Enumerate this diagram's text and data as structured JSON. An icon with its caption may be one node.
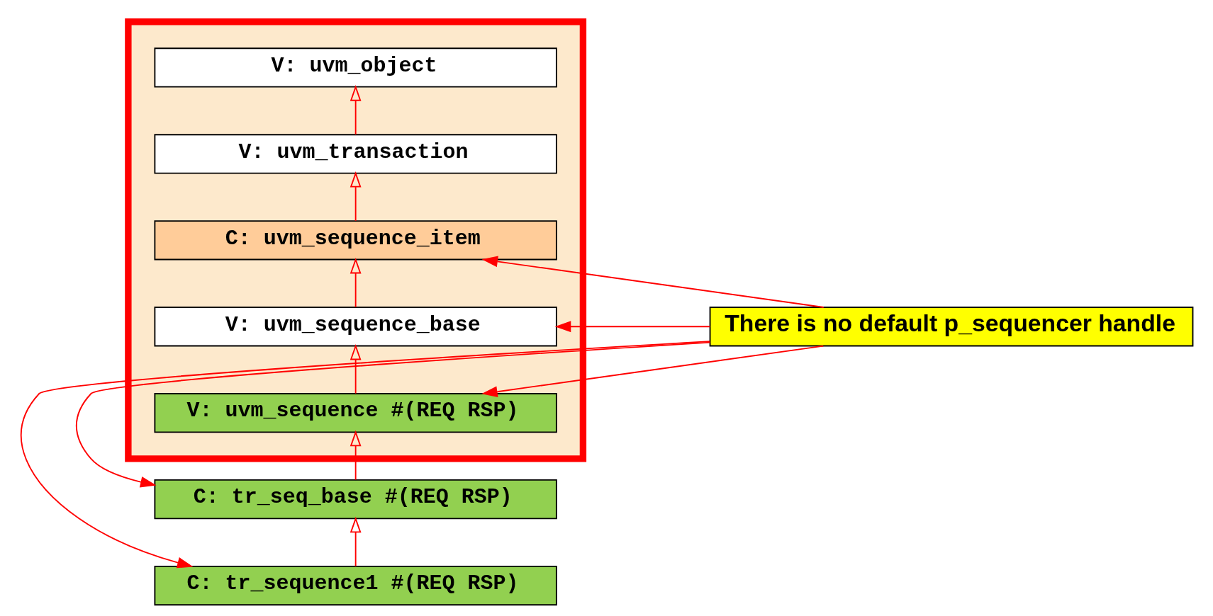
{
  "diagram": {
    "nodes": [
      {
        "text": [],
        "shape": "box"
      },
      {
        "text": [
          "V: uvm_object"
        ],
        "in": 0
      },
      {
        "text": [
          "V: uvm_transaction"
        ],
        "in": 0
      },
      {
        "text": [
          "C: uvm_sequence_item"
        ],
        "in": 0
      },
      {
        "text": [
          "V: uvm_sequence_base"
        ],
        "in": 0
      },
      {
        "text": [
          "V: uvm_sequence #(REQ RSP)"
        ],
        "in": 0
      },
      {
        "text": [
          "There is no default p_sequencer handle"
        ]
      },
      {
        "text": [
          "C: tr_seq_base #(REQ RSP)"
        ]
      },
      {
        "text": [
          "C: tr_sequence1 #(REQ RSP)"
        ]
      }
    ],
    "edges": [
      {
        "from": 2,
        "to": 1,
        "arrow": "to"
      },
      {
        "from": 3,
        "to": 2,
        "arrow": "to"
      },
      {
        "from": 4,
        "to": 3,
        "arrow": "to"
      },
      {
        "from": 5,
        "to": 4,
        "arrow": "to"
      },
      {
        "from": 7,
        "to": 5,
        "arrow": "to"
      },
      {
        "from": 8,
        "to": 7,
        "arrow": "to"
      },
      {
        "from": 6,
        "to": 3,
        "arrow": "to"
      },
      {
        "from": 6,
        "to": 4,
        "arrow": "to"
      },
      {
        "from": 6,
        "to": 5,
        "arrow": "to"
      },
      {
        "from": 6,
        "to": 7,
        "arrow": "to"
      },
      {
        "from": 6,
        "to": 8,
        "arrow": "to"
      }
    ]
  }
}
